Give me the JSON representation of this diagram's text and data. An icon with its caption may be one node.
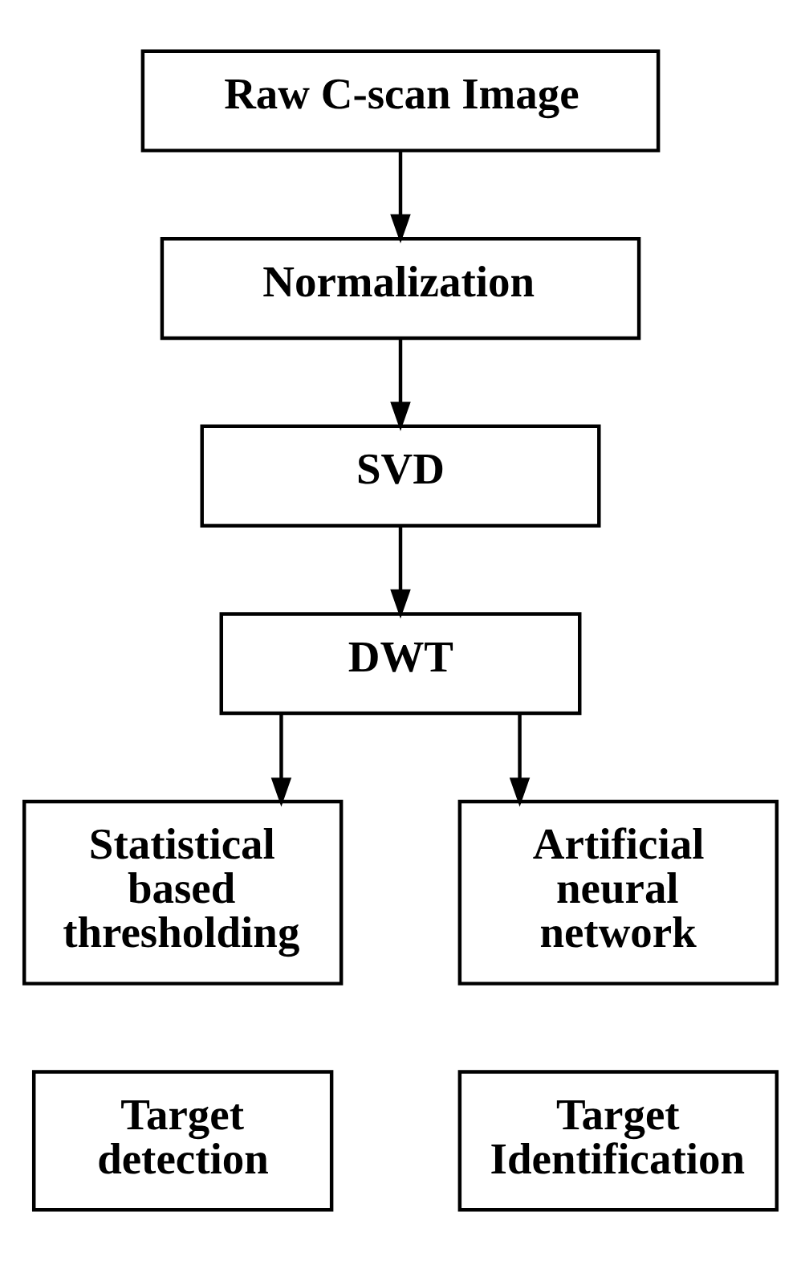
{
  "diagram": {
    "nodes": [
      {
        "text": [
          "Raw C-scan Image"
        ]
      },
      {
        "text": [
          "Normalization"
        ]
      },
      {
        "text": [
          "SVD"
        ]
      },
      {
        "text": [
          "DWT"
        ]
      },
      {
        "text": [
          "Statistical based thresholding"
        ]
      },
      {
        "text": [
          "Artificial neural network"
        ]
      },
      {
        "text": [
          "Target detection"
        ]
      },
      {
        "text": [
          "Target Identification"
        ]
      }
    ],
    "edges": [
      {
        "from": 0,
        "to": 1,
        "arrow": "to"
      },
      {
        "from": 1,
        "to": 2,
        "arrow": "to"
      },
      {
        "from": 2,
        "to": 3,
        "arrow": "to"
      },
      {
        "from": 3,
        "to": 4,
        "arrow": "to"
      },
      {
        "from": 3,
        "to": 5,
        "arrow": "to"
      }
    ]
  }
}
